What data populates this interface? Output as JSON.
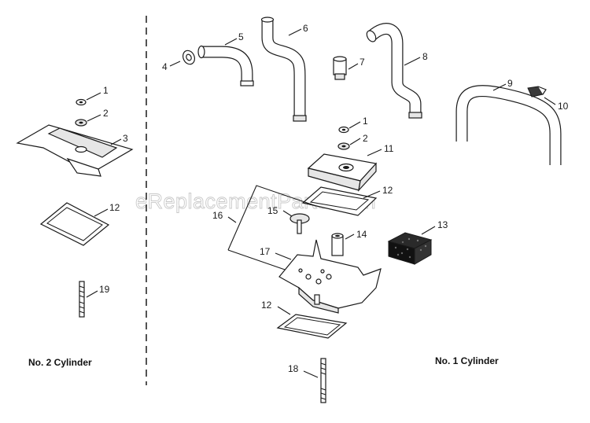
{
  "watermark": "eReplacementParts.com",
  "captions": {
    "left": "No. 2 Cylinder",
    "right": "No. 1 Cylinder"
  },
  "callouts": {
    "c1_left": "1",
    "c2_left": "2",
    "c3": "3",
    "c4": "4",
    "c5": "5",
    "c6": "6",
    "c7": "7",
    "c8": "8",
    "c9": "9",
    "c10": "10",
    "c1_right": "1",
    "c2_right": "2",
    "c11": "11",
    "c12_left": "12",
    "c12_top": "12",
    "c12_bottom": "12",
    "c13": "13",
    "c14": "14",
    "c15": "15",
    "c16": "16",
    "c17": "17",
    "c18": "18",
    "c19": "19"
  }
}
